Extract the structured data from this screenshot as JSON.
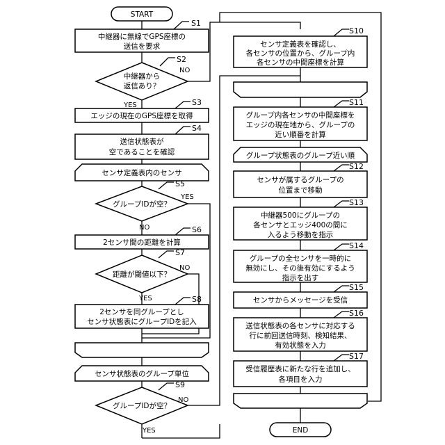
{
  "nodes": {
    "start": "START",
    "s1": [
      "中継器に無線でGPS座標の",
      "送信を要求"
    ],
    "s2": [
      "中継器から",
      "返信あり？"
    ],
    "s3": "エッジの現在のGPS座標を取得",
    "s4": [
      "送信状態表が",
      "空であることを確認"
    ],
    "loop1_start": "センサ定義表内のセンサ",
    "s5": "グループIDが空？",
    "s6": "2センサ間の距離を計算",
    "s7": "距離が閾値以下？",
    "s8": [
      "2センサを同グループとし",
      "センサ状態表にグループIDを記入"
    ],
    "loop1_end": "",
    "loop2_start": "センサ状態表のグループ単位",
    "s9": "グループIDが空？",
    "s10": [
      "センサ定義表を確認し、",
      "各センサの位置から、グループ内",
      "各センサの中間座標を計算"
    ],
    "loop2_end": "",
    "s11": [
      "グループ内各センサの中間座標を",
      "エッジの現在地から、グループの",
      "近い順番を計算"
    ],
    "loop3_start": "グループ状態表のグループ近い順",
    "s12": [
      "センサが属するグループの",
      "位置まで移動"
    ],
    "s13": [
      "中継器500にグループの",
      "各センサとエッジ400の間に",
      "入るよう移動を指示"
    ],
    "s14": [
      "グループの全センサを一時的に",
      "無効にし、その後有効にするよう",
      "指示を出す"
    ],
    "s15": "センサからメッセージを受信",
    "s16": [
      "送信状態表の各センサに対応する",
      "行に前回送信時刻、検知結果、",
      "有効状態を入力"
    ],
    "s17": [
      "受信履歴表に新たな行を追加し、",
      "各項目を入力"
    ],
    "loop3_end": "",
    "end": "END"
  },
  "step_labels": {
    "s1": "S1",
    "s2": "S2",
    "s3": "S3",
    "s4": "S4",
    "s5": "S5",
    "s6": "S6",
    "s7": "S7",
    "s8": "S8",
    "s9": "S9",
    "s10": "S10",
    "s11": "S11",
    "s12": "S12",
    "s13": "S13",
    "s14": "S14",
    "s15": "S15",
    "s16": "S16",
    "s17": "S17"
  },
  "branches": {
    "s2_yes": "YES",
    "s2_no": "NO",
    "s5_yes": "YES",
    "s5_no": "NO",
    "s7_yes": "YES",
    "s7_no": "NO",
    "s9_yes": "YES",
    "s9_no": "NO"
  }
}
